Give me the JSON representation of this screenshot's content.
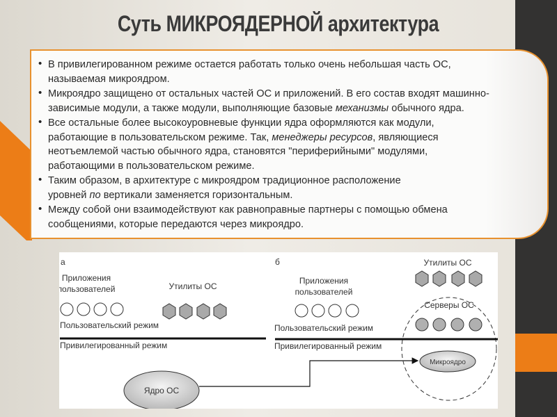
{
  "slide": {
    "title": "Суть МИКРОЯДЕРНОЙ архитектура",
    "accent_color": "#ec7d17",
    "bullets": [
      {
        "lines": [
          [
            {
              "t": "В привилегированном  режиме остается работать только очень небольшая часть ОС,"
            }
          ],
          [
            {
              "t": "называемая микроядром."
            }
          ]
        ]
      },
      {
        "lines": [
          [
            {
              "t": "Микроядро защищено от остальных частей ОС и приложений.  В его состав входят машинно-"
            }
          ],
          [
            {
              "t": "зависимые  модули, а также модули, выполняющие базовые "
            },
            {
              "t": "механизмы",
              "i": true
            },
            {
              "t": " обычного ядра."
            }
          ]
        ]
      },
      {
        "lines": [
          [
            {
              "t": "Все остальные более высокоуровневые  функции ядра оформляются  как модули,"
            }
          ],
          [
            {
              "t": "работающие  в пользовательском режиме.  Так, "
            },
            {
              "t": "менеджеры ресурсов",
              "i": true
            },
            {
              "t": ", являющиеся"
            }
          ],
          [
            {
              "t": "неотъемлемой частью обычного ядра, становятся \"периферийными\"  модулями,"
            }
          ],
          [
            {
              "t": "работающими  в пользовательском режиме."
            }
          ]
        ]
      },
      {
        "lines": [
          [
            {
              "t": "Таким образом, в архитектуре с микроядром традиционное  расположение"
            }
          ],
          [
            {
              "t": "уровней "
            },
            {
              "t": "по",
              "i": true
            },
            {
              "t": " вертикали заменяется  горизонтальным."
            }
          ]
        ]
      },
      {
        "lines": [
          [
            {
              "t": "Между собой они взаимодействуют  как равноправные  партнеры с помощью обмена"
            }
          ],
          [
            {
              "t": "сообщениями,  которые передаются через микроядро."
            }
          ]
        ]
      }
    ]
  },
  "diagram": {
    "a": {
      "label": "а",
      "apps_line1": "Приложения",
      "apps_line2": "пользователей",
      "utils": "Утилиты ОС",
      "user_mode": "Пользовательский режим",
      "priv_mode": "Привилегированный режим",
      "kernel": "Ядро ОС"
    },
    "b": {
      "label": "б",
      "apps_line1": "Приложения",
      "apps_line2": "пользователей",
      "utils": "Утилиты ОС",
      "servers": "Серверы ОС",
      "user_mode": "Пользовательский режим",
      "priv_mode": "Привилегированный режим",
      "microkernel": "Микроядро"
    }
  }
}
